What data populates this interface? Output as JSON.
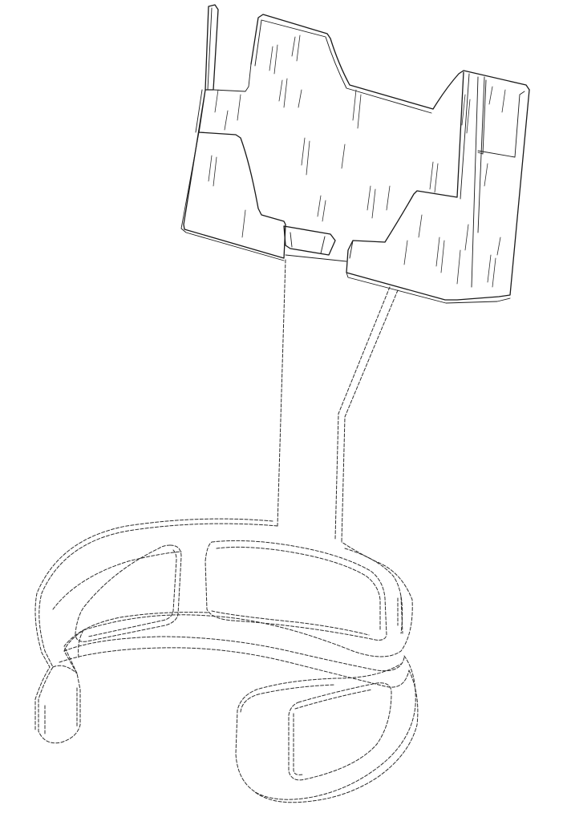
{
  "figure": {
    "drawing_style": "patent-line-drawing",
    "line_color": "#1a1a1a",
    "background": "#ffffff",
    "parts": {
      "holder": {
        "line_style": "solid",
        "shading": "surface-hatching"
      },
      "stem": {
        "line_style": "dashed"
      },
      "strap": {
        "line_style": "dashed",
        "shape": "open-band"
      }
    }
  }
}
